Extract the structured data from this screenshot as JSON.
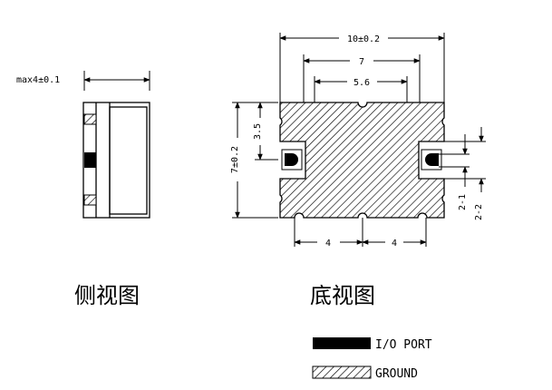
{
  "side_view": {
    "caption": "侧视图",
    "thickness_dim": "max4±0.1"
  },
  "bottom_view": {
    "caption": "底视图",
    "width_overall": "10±0.2",
    "width_inner": "7",
    "width_center": "5.6",
    "height_overall": "7±0.2",
    "height_port": "3.5",
    "pitch_left": "4",
    "pitch_right": "4",
    "port_dim_1": "2-1",
    "port_dim_2": "2-2"
  },
  "legend": {
    "io_port": "I/O PORT",
    "ground": "GROUND"
  }
}
